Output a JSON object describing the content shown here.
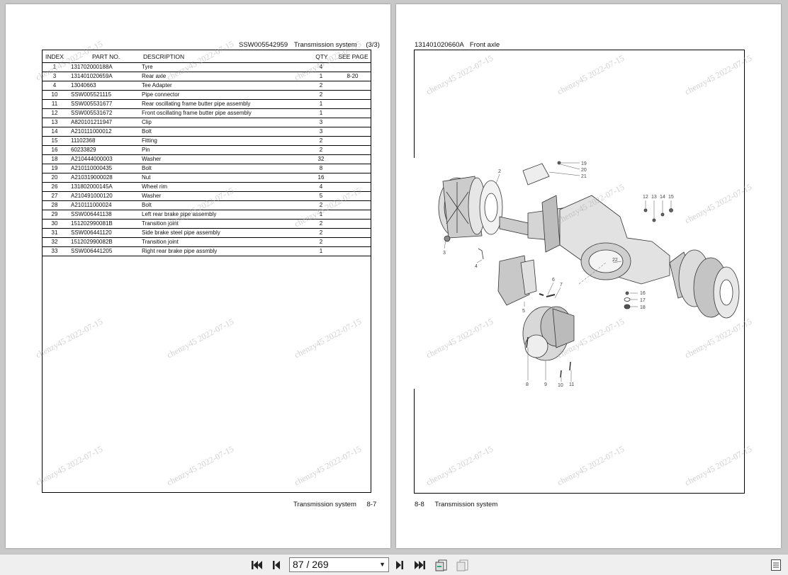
{
  "left_page": {
    "header": {
      "code": "SSW005542959",
      "title": "Transmission system",
      "part": "(3/3)"
    },
    "columns": [
      "INDEX",
      "PART NO.",
      "DESCRIPTION",
      "QTY",
      "SEE PAGE"
    ],
    "rows": [
      {
        "index": "1",
        "part_no": "131702000188A",
        "description": "Tyre",
        "qty": "4",
        "see_page": ""
      },
      {
        "index": "3",
        "part_no": "131401020659A",
        "description": "Rear axle",
        "qty": "1",
        "see_page": "8-20"
      },
      {
        "index": "4",
        "part_no": "13040663",
        "description": "Tee Adapter",
        "qty": "2",
        "see_page": ""
      },
      {
        "index": "10",
        "part_no": "SSW005521115",
        "description": "Pipe connector",
        "qty": "2",
        "see_page": ""
      },
      {
        "index": "11",
        "part_no": "SSW005531677",
        "description": "Rear oscillating frame butter pipe assembly",
        "qty": "1",
        "see_page": ""
      },
      {
        "index": "12",
        "part_no": "SSW005531672",
        "description": "Front oscillating frame butter pipe assembly",
        "qty": "1",
        "see_page": ""
      },
      {
        "index": "13",
        "part_no": "A820101211947",
        "description": "Clip",
        "qty": "3",
        "see_page": ""
      },
      {
        "index": "14",
        "part_no": "A210111000012",
        "description": "Bolt",
        "qty": "3",
        "see_page": ""
      },
      {
        "index": "15",
        "part_no": "11102368",
        "description": "Fitting",
        "qty": "2",
        "see_page": ""
      },
      {
        "index": "16",
        "part_no": "60233829",
        "description": "Pin",
        "qty": "2",
        "see_page": ""
      },
      {
        "index": "18",
        "part_no": "A210444000003",
        "description": "Washer",
        "qty": "32",
        "see_page": ""
      },
      {
        "index": "19",
        "part_no": "A210110000435",
        "description": "Bolt",
        "qty": "8",
        "see_page": ""
      },
      {
        "index": "20",
        "part_no": "A210319000028",
        "description": "Nut",
        "qty": "16",
        "see_page": ""
      },
      {
        "index": "26",
        "part_no": "131802000145A",
        "description": "Wheel rim",
        "qty": "4",
        "see_page": ""
      },
      {
        "index": "27",
        "part_no": "A210491000120",
        "description": "Washer",
        "qty": "5",
        "see_page": ""
      },
      {
        "index": "28",
        "part_no": "A210111000024",
        "description": "Bolt",
        "qty": "2",
        "see_page": ""
      },
      {
        "index": "29",
        "part_no": "SSW006441138",
        "description": "Left rear brake pipe assembly",
        "qty": "1",
        "see_page": ""
      },
      {
        "index": "30",
        "part_no": "151202990081B",
        "description": "Transition joint",
        "qty": "2",
        "see_page": ""
      },
      {
        "index": "31",
        "part_no": "SSW006441120",
        "description": "Side brake steel pipe assembly",
        "qty": "2",
        "see_page": ""
      },
      {
        "index": "32",
        "part_no": "151202990082B",
        "description": "Transition joint",
        "qty": "2",
        "see_page": ""
      },
      {
        "index": "33",
        "part_no": "SSW006441205",
        "description": "Right rear brake pipe assmbly",
        "qty": "1",
        "see_page": ""
      }
    ],
    "footer": {
      "title": "Transmission system",
      "page": "8-7"
    }
  },
  "right_page": {
    "header": {
      "code": "131401020660A",
      "title": "Front axle"
    },
    "callouts": [
      "2",
      "3",
      "4",
      "5",
      "6",
      "7",
      "8",
      "9",
      "10",
      "11",
      "12",
      "13",
      "14",
      "15",
      "16",
      "17",
      "18",
      "19",
      "20",
      "21",
      "22"
    ],
    "footer": {
      "page": "8-8",
      "title": "Transmission system"
    }
  },
  "watermark": "chenzy45 2022-07-15",
  "toolbar": {
    "page_value": "87 / 269",
    "buttons": [
      "first-page-icon",
      "previous-page-icon",
      "next-page-icon",
      "last-page-icon",
      "single-page-view-icon",
      "two-page-view-icon",
      "document-outline-icon"
    ]
  }
}
